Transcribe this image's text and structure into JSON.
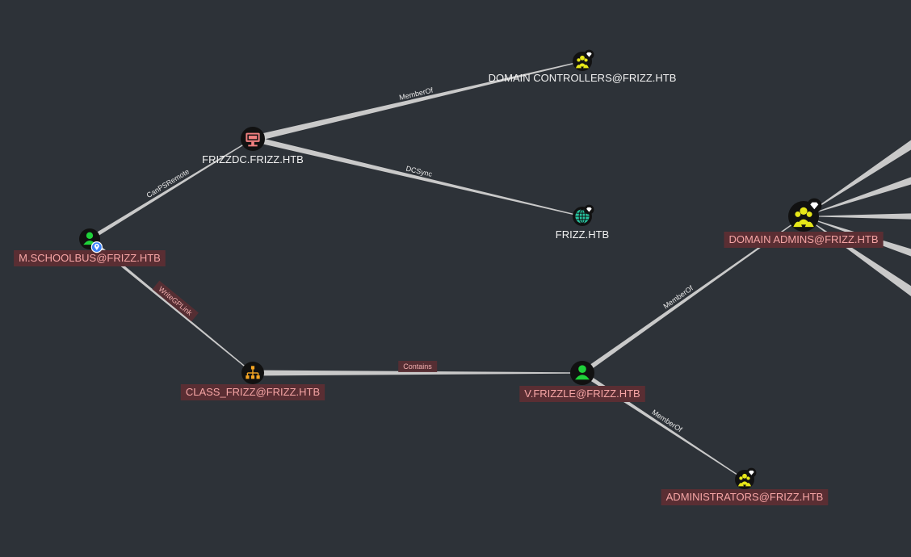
{
  "graph": {
    "colors": {
      "background": "#2d3238",
      "edge": "#c9c9c9",
      "node_fill": "#111111",
      "user_icon": "#1fd13a",
      "group_icon": "#e6e619",
      "computer_icon": "#f08080",
      "domain_icon": "#27c4a0",
      "ou_icon": "#f5a623",
      "owned_badge": "#3b82f6",
      "highlight_bg": "#5a2e33",
      "highlight_text": "#f6a5a5"
    },
    "nodes": [
      {
        "id": "user_m",
        "label": "M.SCHOOLBUS@FRIZZ.HTB",
        "kind": "user",
        "icon": "user-icon",
        "badge": "owned-pin-icon",
        "highlight": true
      },
      {
        "id": "computer_dc",
        "label": "FRIZZDC.FRIZZ.HTB",
        "kind": "computer",
        "icon": "computer-icon",
        "highlight": false
      },
      {
        "id": "group_dc",
        "label": "DOMAIN CONTROLLERS@FRIZZ.HTB",
        "kind": "group",
        "icon": "group-icon",
        "badge": "tier-zero-gem-icon",
        "highlight": false
      },
      {
        "id": "domain",
        "label": "FRIZZ.HTB",
        "kind": "domain",
        "icon": "globe-icon",
        "badge": "tier-zero-gem-icon",
        "highlight": false
      },
      {
        "id": "ou_class",
        "label": "CLASS_FRIZZ@FRIZZ.HTB",
        "kind": "ou",
        "icon": "org-chart-icon",
        "highlight": true
      },
      {
        "id": "user_v",
        "label": "V.FRIZZLE@FRIZZ.HTB",
        "kind": "user",
        "icon": "user-icon",
        "highlight": true
      },
      {
        "id": "group_da",
        "label": "DOMAIN ADMINS@FRIZZ.HTB",
        "kind": "group",
        "icon": "group-icon",
        "badge": "tier-zero-gem-icon",
        "highlight": true
      },
      {
        "id": "group_admins",
        "label": "ADMINISTRATORS@FRIZZ.HTB",
        "kind": "group",
        "icon": "group-icon",
        "badge": "tier-zero-gem-icon",
        "highlight": true
      }
    ],
    "edges": [
      {
        "id": "e1",
        "from": "user_m",
        "to": "computer_dc",
        "label": "CanPSRemote",
        "highlight": false
      },
      {
        "id": "e2",
        "from": "computer_dc",
        "to": "group_dc",
        "label": "MemberOf",
        "highlight": false
      },
      {
        "id": "e3",
        "from": "computer_dc",
        "to": "domain",
        "label": "DCSync",
        "highlight": false
      },
      {
        "id": "e4",
        "from": "user_m",
        "to": "ou_class",
        "label": "WriteGPLink",
        "highlight": true
      },
      {
        "id": "e5",
        "from": "ou_class",
        "to": "user_v",
        "label": "Contains",
        "highlight": true
      },
      {
        "id": "e6",
        "from": "user_v",
        "to": "group_da",
        "label": "MemberOf",
        "highlight": false
      },
      {
        "id": "e7",
        "from": "user_v",
        "to": "group_admins",
        "label": "MemberOf",
        "highlight": false
      }
    ]
  }
}
